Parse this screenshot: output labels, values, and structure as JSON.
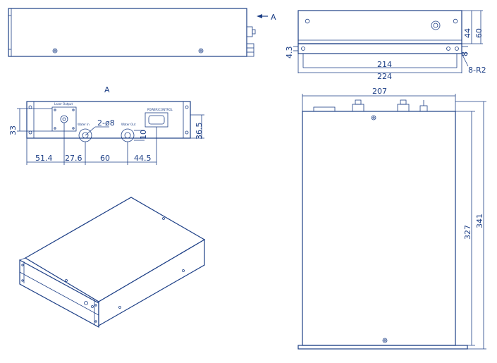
{
  "view_labels": {
    "section_arrow": "A",
    "section_title": "A"
  },
  "dimensions": {
    "side_hole_dia": "4.3",
    "side_edge": "8",
    "top_width_inner": "214",
    "top_width_outer": "224",
    "corner_radius": "8-R2",
    "side_height_1": "44",
    "side_height_2": "60",
    "front_width": "207",
    "front_height_1": "327",
    "front_height_2": "341",
    "panel_height_left": "33",
    "panel_height_right": "36.5",
    "water_hole": "2-ø8",
    "water_offset": "10",
    "pos_1": "51.4",
    "pos_2": "27.6",
    "pos_3": "60",
    "pos_4": "44.5"
  },
  "panel_labels": {
    "laser_output": "Laser Output",
    "water_in": "Water In",
    "water_out": "Water Out",
    "connector": "POWER/CONTROL"
  },
  "colors": {
    "line": "#1d3f86",
    "background": "#ffffff"
  }
}
